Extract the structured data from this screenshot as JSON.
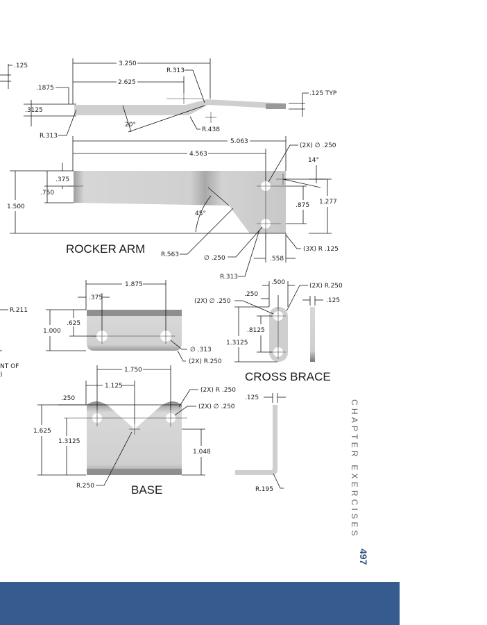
{
  "colors": {
    "footer_band": "#365b8e",
    "page_number": "#2f4f7f",
    "side_label": "#666666",
    "part_fill": "#cfcfcf"
  },
  "side_label": "CHAPTER EXERCISES",
  "page_number": "497",
  "left_margin_fragments": {
    "top_dim": ".125",
    "radius": "R.211",
    "note_line1": "NT OF",
    "note_line2": ")"
  },
  "rocker_arm": {
    "title": "ROCKER ARM",
    "top_view": {
      "d_3250": "3.250",
      "r_313": "R.313",
      "d_2625": "2.625",
      "d_1875": ".1875",
      "d_3125": ".3125",
      "typ": ".125 TYP",
      "angle": "20°",
      "r_438": "R.438",
      "r_313b": "R.313"
    },
    "front_view": {
      "d_5063": "5.063",
      "holes": "(2X)  ∅ .250",
      "d_4563": "4.563",
      "angle14": "14°",
      "d_375": ".375",
      "d_750": ".750",
      "d_1500": "1.500",
      "d_875": ".875",
      "d_1277": "1.277",
      "angle45": "45°",
      "r_563": "R.563",
      "dia250": "∅ .250",
      "r_313": "R.313",
      "d_558": ".558",
      "r_125": "(3X) R .125"
    }
  },
  "upper_block": {
    "d_1875": "1.875",
    "d_375": ".375",
    "d_625": ".625",
    "d_1000": "1.000",
    "dia313": "∅ .313",
    "r_250": "(2X) R.250"
  },
  "cross_brace": {
    "title": "CROSS BRACE",
    "d_500": ".500",
    "d_250": ".250",
    "r_250": "(2X) R.250",
    "holes": "(2X)  ∅ .250",
    "d_125": ".125",
    "d_8125": ".8125",
    "d_13125": "1.3125"
  },
  "base": {
    "title": "BASE",
    "d_1750": "1.750",
    "d_1125": "1.125",
    "d_250": ".250",
    "r_250x": "(2X) R  .250",
    "holes": "(2X)  ∅ .250",
    "d_1625": "1.625",
    "d_13125": "1.3125",
    "d_1048": "1.048",
    "r_250": "R.250"
  },
  "bracket": {
    "d_125": ".125",
    "r_195": "R.195"
  }
}
